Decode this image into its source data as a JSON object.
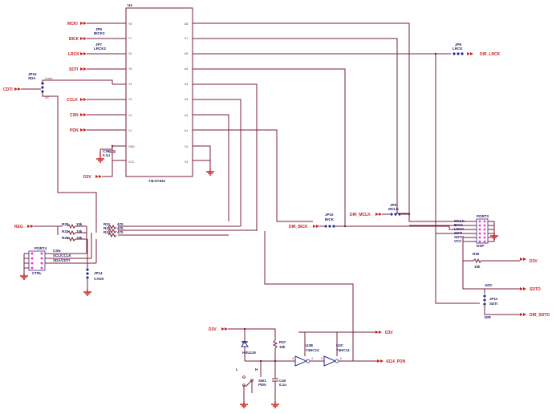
{
  "ic_main": {
    "ref": "U4",
    "part": "74LVC541",
    "gnd_pin": "GND",
    "vcc_pin": "VCC",
    "a_pins": [
      "A8",
      "A7",
      "A6",
      "A5",
      "A4",
      "A3",
      "A2",
      "A1"
    ],
    "y_pins": [
      "Y8",
      "Y7",
      "Y6",
      "Y5",
      "Y4",
      "Y3",
      "Y2",
      "Y1"
    ],
    "g_pins": [
      "G2",
      "G1"
    ]
  },
  "nets": {
    "mcki": "MCKI",
    "bick": "BICK",
    "lrck": "LRCK",
    "sdti": "SDTI",
    "cdti": "CDTI",
    "cclk": "CCLK",
    "csn": "CSN",
    "pdn": "PDN",
    "d3v": "D3V",
    "reg": "REG",
    "dir_lrck": "DIR_LRCK",
    "dir_mclk": "DIR_MCLK",
    "dir_bick": "DIR_BICK",
    "sdto": "SDTO",
    "dir_sdto": "DIR_SDTO",
    "d3v_b": "D3V",
    "d3v_c": "D3V",
    "ak4114_pdn": "4114_PDN"
  },
  "jumpers": {
    "jp5": {
      "ref": "JP5",
      "name": "BICK2"
    },
    "jp7": {
      "ref": "JP7",
      "name": "LRCK2"
    },
    "jp8": {
      "ref": "JP8",
      "name": "LRCK"
    },
    "jp15": {
      "ref": "JP15",
      "name": "SDA",
      "opt1": "3-wire",
      "opt2": "I2C"
    },
    "jp10": {
      "ref": "JP10",
      "name": "BICK"
    },
    "jp9": {
      "ref": "JP9",
      "name": "MCLK"
    },
    "jp14": {
      "ref": "JP14",
      "name": "CAD0"
    },
    "jp11": {
      "ref": "JP11",
      "name": "SDTI"
    }
  },
  "cap_c39": {
    "ref": "C39",
    "value": "0.1u"
  },
  "resistors": [
    {
      "ref": "R30",
      "value": "10k"
    },
    {
      "ref": "R33",
      "value": "10k"
    },
    {
      "ref": "R35",
      "value": "10k"
    },
    {
      "ref": "R31",
      "value": "470"
    },
    {
      "ref": "R32",
      "value": "470"
    },
    {
      "ref": "R34",
      "value": "470"
    }
  ],
  "port3": {
    "ref": "PORT3",
    "name": "DSP",
    "pins": [
      "MCLK",
      "BICK",
      "LRCK",
      "SDTI",
      "SDTO",
      "VCC"
    ]
  },
  "port4": {
    "ref": "PORT4",
    "name": "CTRL",
    "pins": [
      "CSN",
      "SCL/CCLK",
      "SDA/CDTI"
    ]
  },
  "r36": {
    "ref": "R36",
    "value": "10k"
  },
  "adc_label": "ADC",
  "dir_label": "DIR",
  "d2": {
    "ref": "D2",
    "part": "HSU119"
  },
  "r37": {
    "ref": "R37",
    "value": "10k"
  },
  "sw1": {
    "ref": "SW1",
    "name": "PDN",
    "opt_l": "L",
    "opt_h": "H"
  },
  "c40": {
    "ref": "C40",
    "value": "0.1u"
  },
  "u3b": {
    "ref": "U3B",
    "part": "74HC14",
    "pin_in": "3",
    "pin_out": "4"
  },
  "u3c": {
    "ref": "U3C",
    "part": "74HC14",
    "pin_in": "5",
    "pin_out": "6"
  },
  "colors": {
    "wire": "#7a1f3a",
    "net": "#cc1f1f",
    "label": "#1a1a66",
    "jumper": "#2a2a8a",
    "pin_marker": "#ff33cc"
  }
}
